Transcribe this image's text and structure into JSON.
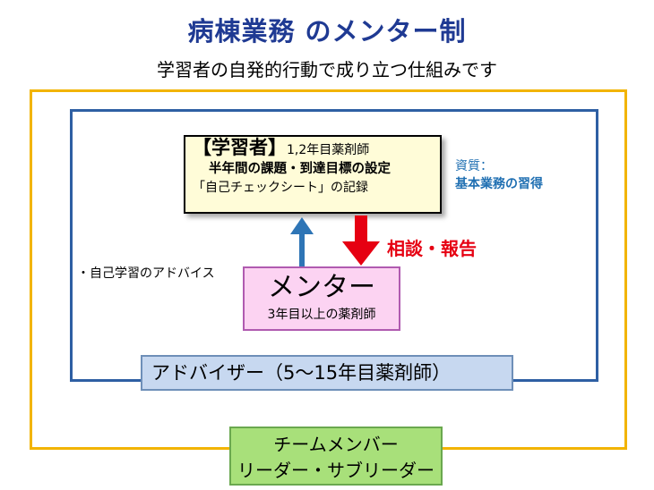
{
  "title": "病棟業務 のメンター制",
  "subtitle": "学習者の自発的行動で成り立つ仕組みです",
  "learner": {
    "heading": "【学習者】",
    "role": "1,2年目薬剤師",
    "goal": "半年間の課題・到達目標の設定",
    "record": "「自己チェックシート」の記録"
  },
  "quality": {
    "label": "資質：",
    "value": "基本業務の習得"
  },
  "advice_text": "・自己学習のアドバイス",
  "consult_text": "相談・報告",
  "mentor": {
    "title": "メンター",
    "subtitle": "3年目以上の薬剤師"
  },
  "adviser": "アドバイザー（5～15年目薬剤師）",
  "team": {
    "line1": "チームメンバー",
    "line2": "リーダー・サブリーダー"
  },
  "colors": {
    "title": "#1f3a93",
    "outer_frame": "#f2b400",
    "inner_frame": "#2e5fa3",
    "up_arrow": "#2e75b6",
    "down_arrow": "#e60012",
    "learner_fill": "#fffcd8",
    "mentor_fill": "#fcd3f2",
    "adviser_fill": "#c7d8f0",
    "team_fill": "#a8e07a"
  }
}
